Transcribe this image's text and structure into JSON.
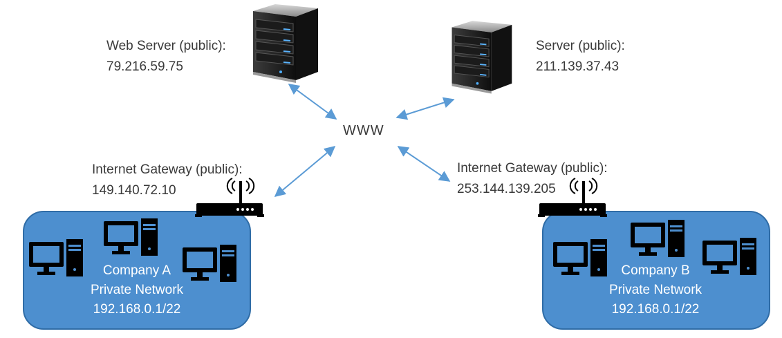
{
  "center_label": "WWW",
  "web_server": {
    "title": "Web Server (public):",
    "ip": "79.216.59.75"
  },
  "server": {
    "title": "Server (public):",
    "ip": "211.139.37.43"
  },
  "gateway_a": {
    "title": "Internet Gateway (public):",
    "ip": "149.140.72.10"
  },
  "gateway_b": {
    "title": "Internet Gateway (public):",
    "ip": "253.144.139.205"
  },
  "network_a": {
    "name": "Company A",
    "type": "Private Network",
    "subnet": "192.168.0.1/22"
  },
  "network_b": {
    "name": "Company B",
    "type": "Private Network",
    "subnet": "192.168.0.1/22"
  },
  "colors": {
    "network_fill": "#4d8fcf",
    "arrow": "#5b9bd5",
    "device": "#111111"
  }
}
